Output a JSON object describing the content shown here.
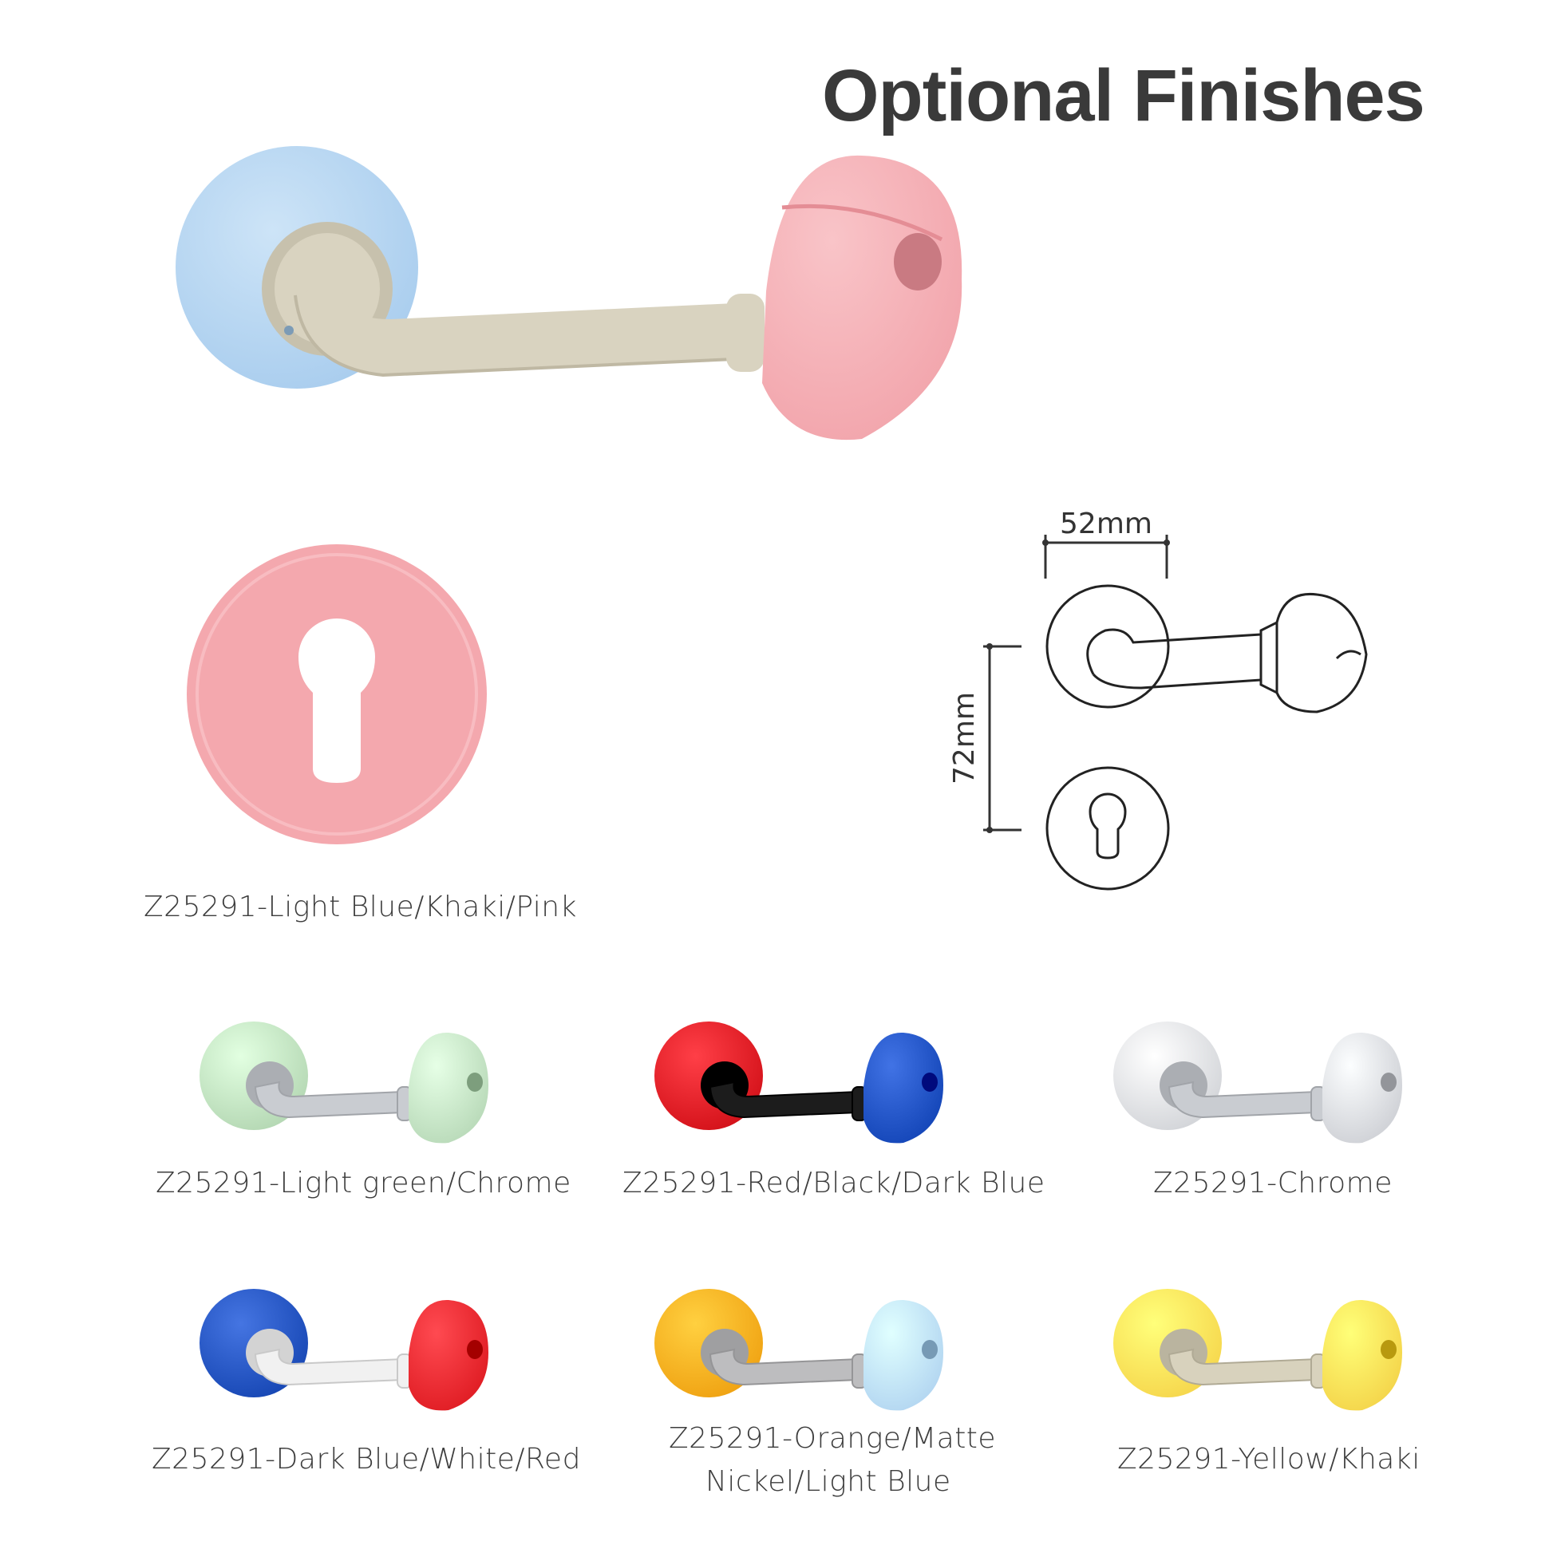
{
  "title": "Optional Finishes",
  "dimensions": {
    "width_label": "52mm",
    "height_label": "72mm"
  },
  "hero": {
    "caption": "Z25291-Light Blue/Khaki/Pink",
    "colors": {
      "rose": "#a9cdee",
      "lever": "#d9d3c0",
      "tip": "#f2a5ac",
      "escutcheon": "#f4a8ae"
    }
  },
  "variants": [
    {
      "caption": "Z25291-Light green/Chrome",
      "colors": {
        "rose": "#b5d8b4",
        "lever": "#c9ccd1",
        "tip": "#b9dab9"
      }
    },
    {
      "caption": "Z25291-Red/Black/Dark Blue",
      "colors": {
        "rose": "#d4121a",
        "lever": "#1c1c1c",
        "tip": "#1446b8"
      }
    },
    {
      "caption": "Z25291-Chrome",
      "colors": {
        "rose": "#d3d5d9",
        "lever": "#c9ccd1",
        "tip": "#cfd1d6"
      }
    },
    {
      "caption": "Z25291-Dark Blue/White/Red",
      "colors": {
        "rose": "#1848b5",
        "lever": "#f1f1f1",
        "tip": "#e01d24"
      }
    },
    {
      "caption_line1": "Z25291-Orange/Matte",
      "caption_line2": "Nickel/Light Blue",
      "colors": {
        "rose": "#f0a313",
        "lever": "#bdbdbf",
        "tip": "#b3d6f1"
      }
    },
    {
      "caption": "Z25291-Yellow/Khaki",
      "colors": {
        "rose": "#f6d74d",
        "lever": "#d8d2bd",
        "tip": "#f4d54b"
      }
    }
  ]
}
